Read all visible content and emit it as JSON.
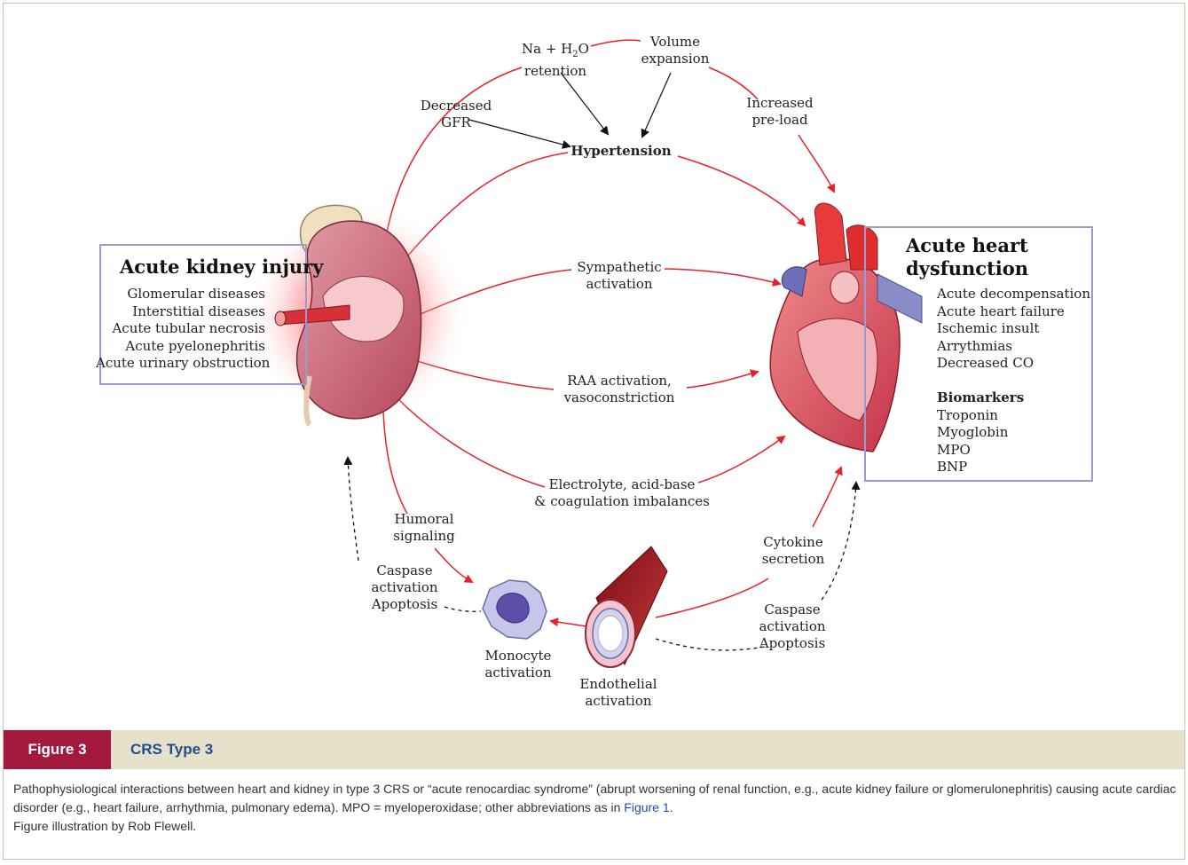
{
  "figure_label": "Figure 3",
  "figure_title": "CRS Type 3",
  "kidney_box": {
    "title": "Acute kidney injury",
    "items": [
      "Glomerular diseases",
      "Interstitial diseases",
      "Acute tubular necrosis",
      "Acute pyelonephritis",
      "Acute urinary obstruction"
    ]
  },
  "heart_box": {
    "title_line1": "Acute heart",
    "title_line2": "dysfunction",
    "items": [
      "Acute decompensation",
      "Acute heart failure",
      "Ischemic insult",
      "Arrythmias",
      "Decreased CO"
    ],
    "biomarkers_heading": "Biomarkers",
    "biomarkers": [
      "Troponin",
      "Myoglobin",
      "MPO",
      "BNP"
    ]
  },
  "labels": {
    "na_line1": "Na + H",
    "na_sub": "2",
    "na_o": "O",
    "na_line2": "retention",
    "volume_line1": "Volume",
    "volume_line2": "expansion",
    "gfr_line1": "Decreased",
    "gfr_line2": "GFR",
    "preload_line1": "Increased",
    "preload_line2": "pre-load",
    "hypertension": "Hypertension",
    "sympathetic_line1": "Sympathetic",
    "sympathetic_line2": "activation",
    "raa_line1": "RAA activation,",
    "raa_line2": "vasoconstriction",
    "electrolyte_line1": "Electrolyte, acid-base",
    "electrolyte_line2": "& coagulation imbalances",
    "humoral_line1": "Humoral",
    "humoral_line2": "signaling",
    "caspase_left_line1": "Caspase",
    "caspase_left_line2": "activation",
    "caspase_left_line3": "Apoptosis",
    "cytokine_line1": "Cytokine",
    "cytokine_line2": "secretion",
    "caspase_right_line1": "Caspase",
    "caspase_right_line2": "activation",
    "caspase_right_line3": "Apoptosis",
    "monocyte_line1": "Monocyte",
    "monocyte_line2": "activation",
    "endothelial_line1": "Endothelial",
    "endothelial_line2": "activation"
  },
  "caption": {
    "text": "Pathophysiological interactions between heart and kidney in type 3 CRS or “acute renocardiac syndrome” (abrupt worsening of renal function, e.g., acute kidney failure or glomerulonephritis) causing acute cardiac disorder (e.g., heart failure, arrhythmia, pulmonary edema). MPO = myeloperoxidase; other abbreviations as in ",
    "link": "Figure 1",
    "after_link": ".",
    "credit": "Figure illustration by Rob Flewell."
  },
  "colors": {
    "arrow_red": "#e8202a",
    "box_border": "#9a9ad0",
    "caption_bar": "#e6e1cb",
    "figure_label_bg": "#a3193c",
    "title_blue": "#1f4e8c"
  }
}
